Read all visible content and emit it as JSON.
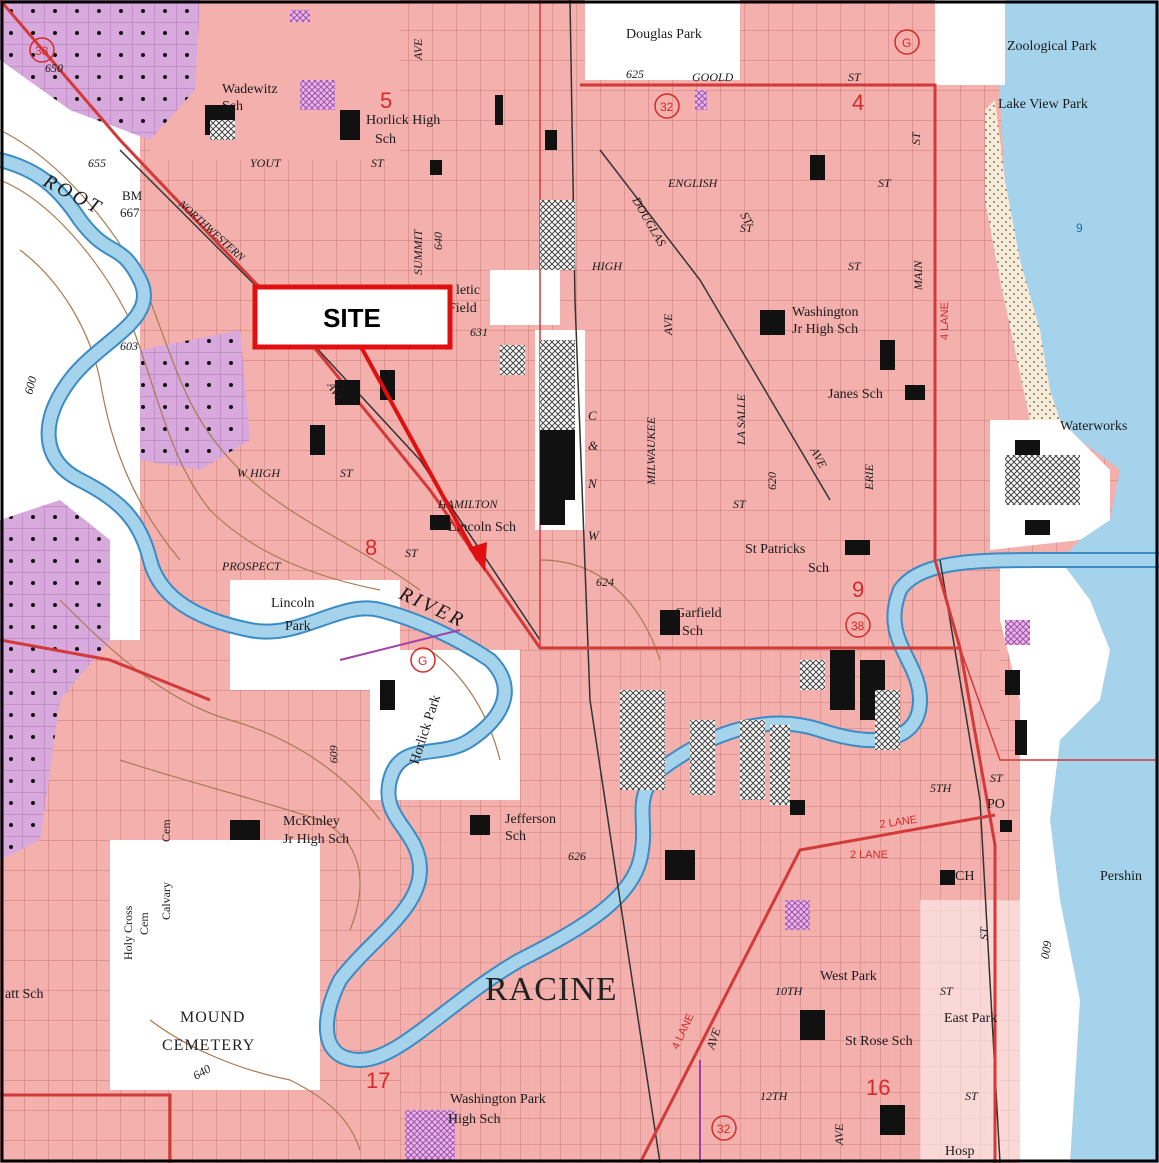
{
  "callout": {
    "label": "SITE"
  },
  "colors": {
    "urban": "#f3b0ad",
    "water": "#a6d3ec",
    "river_fill": "#9fd0ea",
    "residential_purple": "#d7a7db",
    "road_red": "#d23a3a",
    "contour": "#a87a52",
    "border": "#000000"
  },
  "labels": {
    "places": [
      {
        "name": "douglas-park",
        "text": "Douglas Park"
      },
      {
        "name": "zoological-park",
        "text": "Zoological Park"
      },
      {
        "name": "lake-view-park",
        "text": "Lake View Park"
      },
      {
        "name": "wadewitz-sch-1",
        "text": "Wadewitz"
      },
      {
        "name": "wadewitz-sch-2",
        "text": "Sch"
      },
      {
        "name": "horlick-high-1",
        "text": "Horlick High"
      },
      {
        "name": "horlick-high-2",
        "text": "Sch"
      },
      {
        "name": "athletic-field-1",
        "text": "letic"
      },
      {
        "name": "athletic-field-2",
        "text": "Field"
      },
      {
        "name": "washington-jr-high-1",
        "text": "Washington"
      },
      {
        "name": "washington-jr-high-2",
        "text": "Jr High Sch"
      },
      {
        "name": "janes-sch",
        "text": "Janes Sch"
      },
      {
        "name": "waterworks",
        "text": "Waterworks"
      },
      {
        "name": "lincoln-sch",
        "text": "Lincoln Sch"
      },
      {
        "name": "st-patricks-1",
        "text": "St Patricks"
      },
      {
        "name": "st-patricks-2",
        "text": "Sch"
      },
      {
        "name": "lincoln-park-1",
        "text": "Lincoln"
      },
      {
        "name": "lincoln-park-2",
        "text": "Park"
      },
      {
        "name": "garfield-sch-1",
        "text": "Garfield"
      },
      {
        "name": "garfield-sch-2",
        "text": "Sch"
      },
      {
        "name": "horlick-park",
        "text": "Horlick Park"
      },
      {
        "name": "mckinley-1",
        "text": "McKinley"
      },
      {
        "name": "mckinley-2",
        "text": "Jr High Sch"
      },
      {
        "name": "jefferson-sch-1",
        "text": "Jefferson"
      },
      {
        "name": "jefferson-sch-2",
        "text": "Sch"
      },
      {
        "name": "po",
        "text": "PO"
      },
      {
        "name": "ch",
        "text": "CH"
      },
      {
        "name": "pershing",
        "text": "Pershin"
      },
      {
        "name": "holy-cross-1",
        "text": "Holy Cross"
      },
      {
        "name": "holy-cross-2",
        "text": "Cem"
      },
      {
        "name": "calvary",
        "text": "Calvary"
      },
      {
        "name": "cem",
        "text": "Cem"
      },
      {
        "name": "west-park",
        "text": "West Park"
      },
      {
        "name": "east-park",
        "text": "East Park"
      },
      {
        "name": "st-rose-sch",
        "text": "St Rose Sch"
      },
      {
        "name": "att-sch",
        "text": "att Sch"
      },
      {
        "name": "washington-park-1",
        "text": "Washington Park"
      },
      {
        "name": "washington-park-2",
        "text": "High Sch"
      },
      {
        "name": "hosp",
        "text": "Hosp"
      },
      {
        "name": "bm-667-1",
        "text": "BM"
      },
      {
        "name": "bm-667-2",
        "text": "667"
      }
    ],
    "big": [
      {
        "name": "racine",
        "text": "RACINE"
      },
      {
        "name": "mound",
        "text": "MOUND"
      },
      {
        "name": "cemetery",
        "text": "CEMETERY"
      },
      {
        "name": "root",
        "text": "ROOT"
      },
      {
        "name": "river",
        "text": "RIVER"
      }
    ],
    "streets": [
      {
        "name": "goold",
        "text": "GOOLD"
      },
      {
        "name": "goold-st",
        "text": "ST"
      },
      {
        "name": "yout",
        "text": "YOUT"
      },
      {
        "name": "yout-st",
        "text": "ST"
      },
      {
        "name": "english",
        "text": "ENGLISH"
      },
      {
        "name": "english-st",
        "text": "ST"
      },
      {
        "name": "high",
        "text": "HIGH"
      },
      {
        "name": "high-st",
        "text": "ST"
      },
      {
        "name": "w-high",
        "text": "W HIGH"
      },
      {
        "name": "w-high-st",
        "text": "ST"
      },
      {
        "name": "hamilton",
        "text": "HAMILTON"
      },
      {
        "name": "hamilton-st",
        "text": "ST"
      },
      {
        "name": "prospect",
        "text": "PROSPECT"
      },
      {
        "name": "prospect-st",
        "text": "ST"
      },
      {
        "name": "douglas",
        "text": "DOUGLAS"
      },
      {
        "name": "douglas-st",
        "text": "ST"
      },
      {
        "name": "northwestern",
        "text": "NORTHWESTERN"
      },
      {
        "name": "ave-top",
        "text": "AVE"
      },
      {
        "name": "summit",
        "text": "SUMMIT"
      },
      {
        "name": "milwaukee",
        "text": "MILWAUKEE"
      },
      {
        "name": "milwaukee-ave",
        "text": "AVE"
      },
      {
        "name": "la-salle",
        "text": "LA SALLE"
      },
      {
        "name": "erie",
        "text": "ERIE"
      },
      {
        "name": "main",
        "text": "MAIN"
      },
      {
        "name": "main-st",
        "text": "ST"
      },
      {
        "name": "c-nw-c",
        "text": "C"
      },
      {
        "name": "c-nw-amp",
        "text": "&"
      },
      {
        "name": "c-nw-n",
        "text": "N"
      },
      {
        "name": "c-nw-w",
        "text": "W"
      },
      {
        "name": "fifth",
        "text": "5TH"
      },
      {
        "name": "fifth-st",
        "text": "ST"
      },
      {
        "name": "tenth",
        "text": "10TH"
      },
      {
        "name": "tenth-st",
        "text": "ST"
      },
      {
        "name": "twelfth",
        "text": "12TH"
      },
      {
        "name": "twelfth-st",
        "text": "ST"
      },
      {
        "name": "ave-west",
        "text": "AVE"
      },
      {
        "name": "ave-south",
        "text": "AVE"
      },
      {
        "name": "ave-se",
        "text": "AVE"
      },
      {
        "name": "ave-lasalle",
        "text": "AVE"
      },
      {
        "name": "st-east",
        "text": "ST"
      },
      {
        "name": "st-south",
        "text": "ST"
      }
    ],
    "red": [
      {
        "name": "section-4",
        "text": "4"
      },
      {
        "name": "section-5",
        "text": "5"
      },
      {
        "name": "section-8",
        "text": "8"
      },
      {
        "name": "section-9",
        "text": "9"
      },
      {
        "name": "section-16",
        "text": "16"
      },
      {
        "name": "section-17",
        "text": "17"
      },
      {
        "name": "route-32",
        "text": "32"
      },
      {
        "name": "route-32b",
        "text": "32"
      },
      {
        "name": "route-38",
        "text": "38"
      },
      {
        "name": "route-38b",
        "text": "38"
      },
      {
        "name": "route-g",
        "text": "G"
      },
      {
        "name": "route-g2",
        "text": "G"
      },
      {
        "name": "lane-4",
        "text": "4 LANE"
      },
      {
        "name": "lane-2a",
        "text": "2 LANE"
      },
      {
        "name": "lane-2b",
        "text": "2 LANE"
      },
      {
        "name": "lane-4b",
        "text": "4 LANE"
      }
    ],
    "contours": [
      {
        "name": "c650",
        "text": "650"
      },
      {
        "name": "c655",
        "text": "655"
      },
      {
        "name": "c625",
        "text": "625"
      },
      {
        "name": "c640",
        "text": "640"
      },
      {
        "name": "c603",
        "text": "603"
      },
      {
        "name": "c600",
        "text": "600"
      },
      {
        "name": "c631",
        "text": "631"
      },
      {
        "name": "c620",
        "text": "620"
      },
      {
        "name": "c624",
        "text": "624"
      },
      {
        "name": "c609",
        "text": "609"
      },
      {
        "name": "c626",
        "text": "626"
      },
      {
        "name": "c640b",
        "text": "640"
      },
      {
        "name": "c600b",
        "text": "600"
      }
    ],
    "water": [
      {
        "name": "depth-9",
        "text": "9"
      }
    ]
  }
}
